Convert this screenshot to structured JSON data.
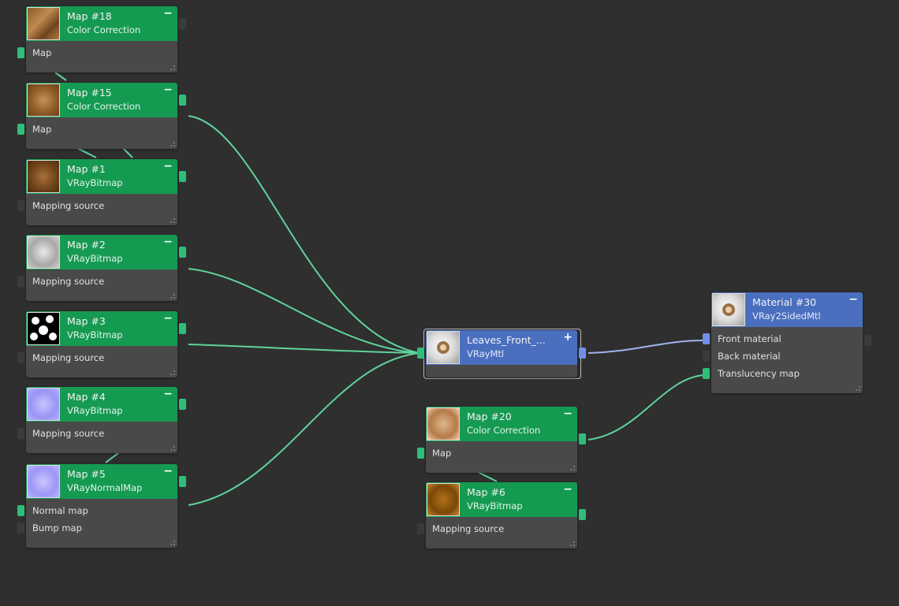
{
  "nodes": {
    "map18": {
      "name": "Map #18",
      "type": "Color Correction",
      "toggle": "−",
      "inputs": [
        "Map"
      ]
    },
    "map15": {
      "name": "Map #15",
      "type": "Color Correction",
      "toggle": "−",
      "inputs": [
        "Map"
      ]
    },
    "map1": {
      "name": "Map #1",
      "type": "VRayBitmap",
      "toggle": "−",
      "inputs": [
        "Mapping source"
      ]
    },
    "map2": {
      "name": "Map #2",
      "type": "VRayBitmap",
      "toggle": "−",
      "inputs": [
        "Mapping source"
      ]
    },
    "map3": {
      "name": "Map #3",
      "type": "VRayBitmap",
      "toggle": "−",
      "inputs": [
        "Mapping source"
      ]
    },
    "map4": {
      "name": "Map #4",
      "type": "VRayBitmap",
      "toggle": "−",
      "inputs": [
        "Mapping source"
      ]
    },
    "map5": {
      "name": "Map #5",
      "type": "VRayNormalMap",
      "toggle": "−",
      "inputs": [
        "Normal map",
        "Bump map"
      ]
    },
    "leaves": {
      "name": "Leaves_Front_...",
      "type": "VRayMtl",
      "toggle": "+"
    },
    "map20": {
      "name": "Map #20",
      "type": "Color Correction",
      "toggle": "−",
      "inputs": [
        "Map"
      ]
    },
    "map6": {
      "name": "Map #6",
      "type": "VRayBitmap",
      "toggle": "−",
      "inputs": [
        "Mapping source"
      ]
    },
    "mat30": {
      "name": "Material #30",
      "type": "VRay2SidedMtl",
      "toggle": "−",
      "inputs": [
        "Front material",
        "Back material",
        "Translucency map"
      ]
    }
  },
  "colors": {
    "background": "#2f2f2f",
    "map_header": "#159a52",
    "material_header": "#4a6fbf",
    "node_body": "#494949",
    "wire_green": "#5fd39a",
    "wire_blue": "#9fb4ee"
  },
  "thumbnails": {
    "map18": "wood-brown-texture",
    "map15": "wood-brown-texture",
    "map1": "wood-brown-texture",
    "map2": "gray-texture",
    "map3": "black-white-leaf-mask",
    "map4": "normal-map-purple",
    "map5": "normal-map-purple",
    "leaves": "material-sphere",
    "map20": "wood-brown-texture",
    "map6": "wood-brown-texture",
    "mat30": "material-sphere"
  }
}
